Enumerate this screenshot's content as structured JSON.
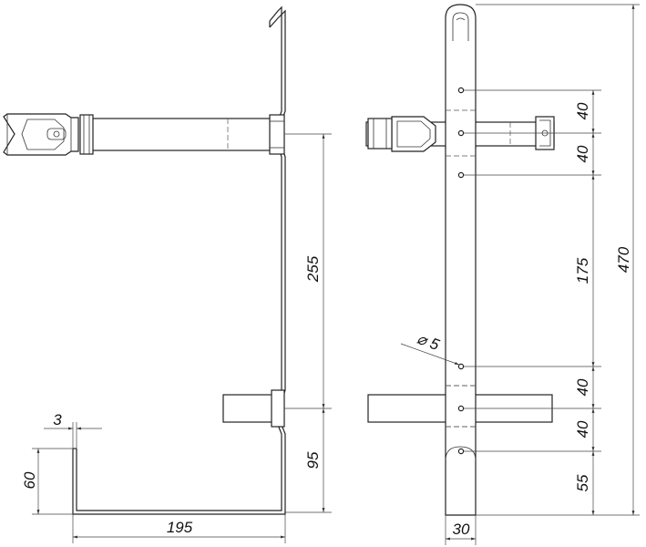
{
  "dimensions": {
    "side_view": {
      "upper_to_lower_arm": "255",
      "lower_arm_to_base": "95",
      "foot_height": "60",
      "thickness": "3",
      "base_length": "195"
    },
    "front_view": {
      "overall_height": "470",
      "hole_spacing_1": "40",
      "hole_spacing_2": "40",
      "middle_span": "175",
      "hole_spacing_3": "40",
      "hole_spacing_4": "40",
      "bottom_span": "55",
      "hole_diameter": "⌀ 5",
      "strip_width": "30"
    }
  }
}
